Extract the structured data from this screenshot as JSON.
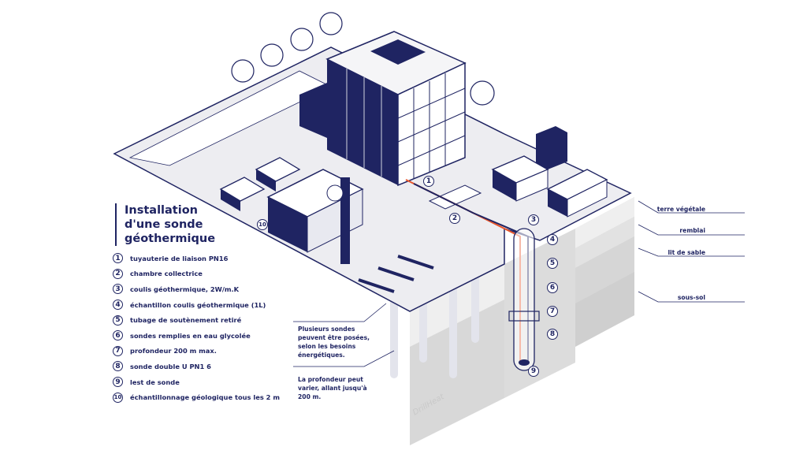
{
  "title": {
    "line1": "Installation",
    "line2": "d'une sonde",
    "line3": "géothermique"
  },
  "legend": [
    {
      "n": "1",
      "label": "tuyauterie de liaison PN16"
    },
    {
      "n": "2",
      "label": "chambre collectrice"
    },
    {
      "n": "3",
      "label": "coulis géothermique, 2W/m.K"
    },
    {
      "n": "4",
      "label": "échantillon coulis géothermique (1L)"
    },
    {
      "n": "5",
      "label": "tubage de soutènement retiré"
    },
    {
      "n": "6",
      "label": "sondes remplies en eau glycolée"
    },
    {
      "n": "7",
      "label": "profondeur 200 m max."
    },
    {
      "n": "8",
      "label": "sonde double U PN1 6"
    },
    {
      "n": "9",
      "label": "lest de sonde"
    },
    {
      "n": "10",
      "label": "échantillonnage géologique tous les 2 m"
    }
  ],
  "notes": {
    "multiple": "Plusieurs sondes peuvent être posées, selon les besoins énergétiques.",
    "depth": "La profondeur peut varier, allant jusqu'à 200 m."
  },
  "layers": [
    "terre végétale",
    "remblai",
    "lit de sable",
    "sous-sol"
  ],
  "logo": "DrillHeat",
  "colors": {
    "navy": "#1f2462",
    "pipe": "#e8542a",
    "ground": "#e9e9ec"
  }
}
